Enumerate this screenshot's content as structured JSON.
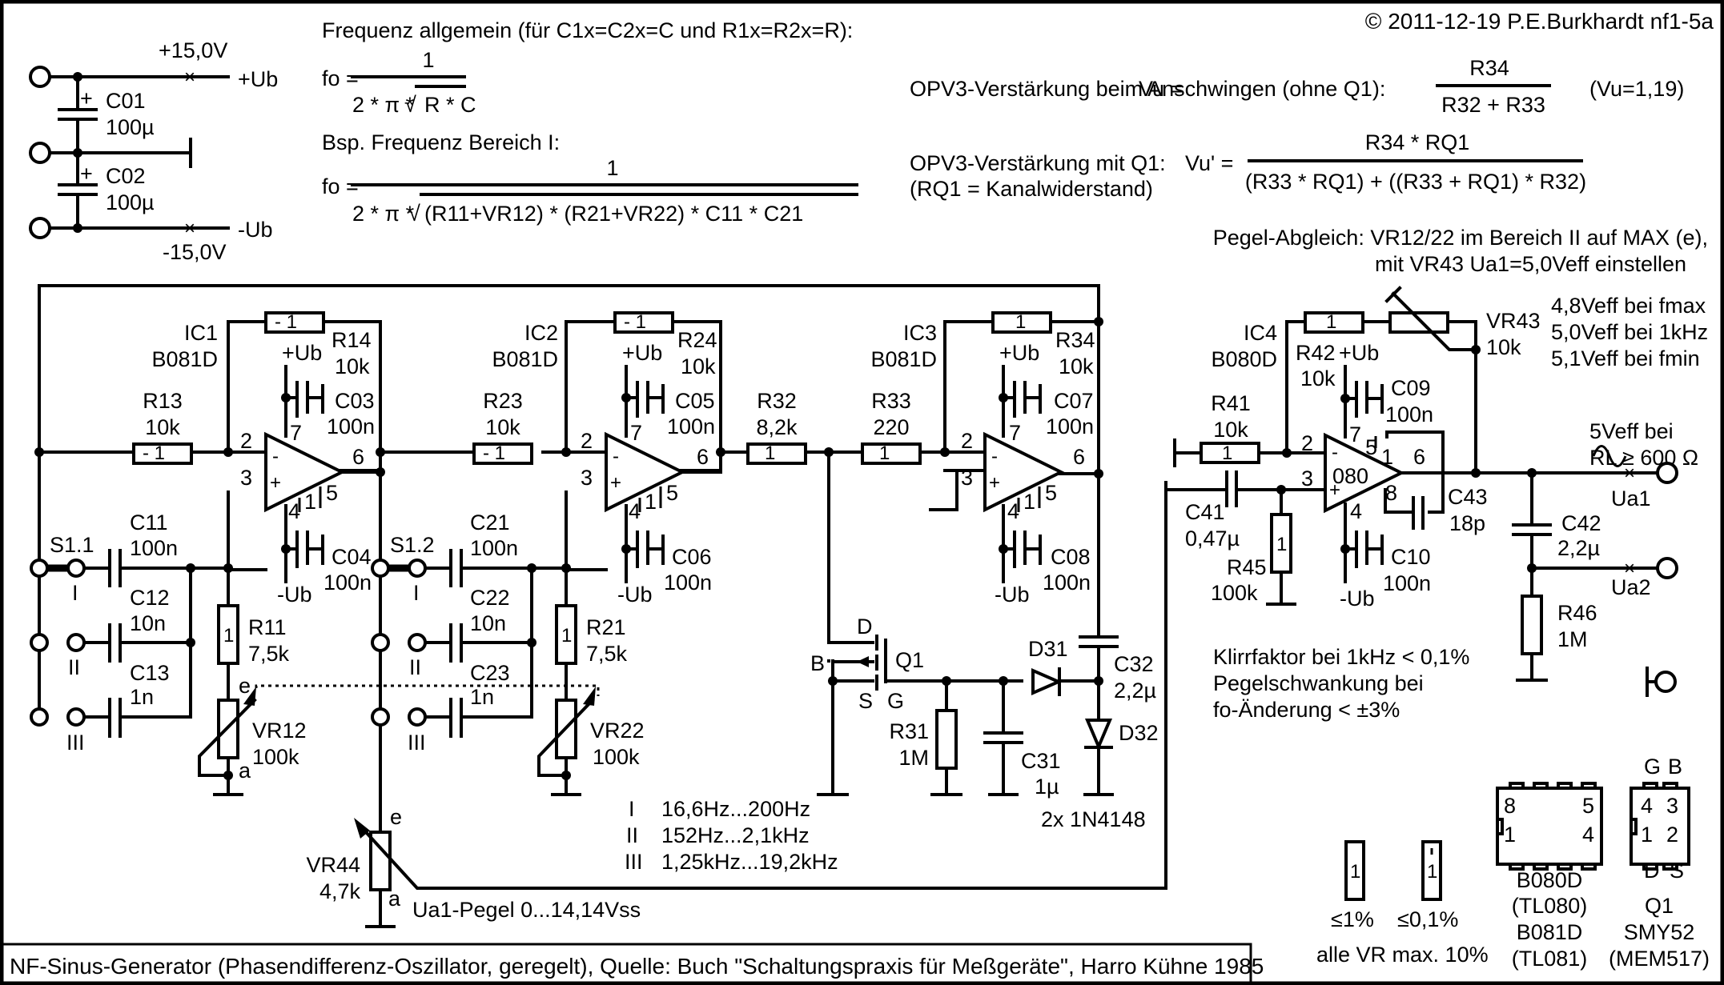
{
  "copyright": "© 2011-12-19 P.E.Burkhardt nf1-5a",
  "footer": "NF-Sinus-Generator (Phasendifferenz-Oszillator, geregelt), Quelle: Buch \"Schaltungspraxis für Meßgeräte\", Harro Kühne 1985",
  "power": {
    "plus_voltage": "+15,0V",
    "minus_voltage": "-15,0V",
    "plus_label": "+Ub",
    "minus_label": "-Ub",
    "c01": {
      "name": "C01",
      "value": "100µ",
      "polarity": "+"
    },
    "c02": {
      "name": "C02",
      "value": "100µ",
      "polarity": "+"
    }
  },
  "formulas": {
    "general_title": "Frequenz allgemein (für C1x=C2x=C und R1x=R2x=R):",
    "general_lhs": "fo =",
    "general_num": "1",
    "general_den_prefix": "2 * π *",
    "general_den_root": "R * C",
    "example_title": "Bsp. Frequenz Bereich I:",
    "example_lhs": "fo =",
    "example_num": "1",
    "example_den_prefix": "2 * π *",
    "example_den_root": "(R11+VR12) * (R21+VR22) * C11 *  C21",
    "vu_text": "OPV3-Verstärkung beim Anschwingen (ohne Q1):",
    "vu_lhs": "Vu =",
    "vu_num": "R34",
    "vu_den": "R32 + R33",
    "vu_value": "(Vu=1,19)",
    "vu2_text": "OPV3-Verstärkung mit Q1:",
    "vu2_lhs": "Vu' =",
    "vu2_num": "R34 * RQ1",
    "vu2_den": "(R33 * RQ1) + ((R33 + RQ1) * R32)",
    "vu2_note": "(RQ1 = Kanalwiderstand)"
  },
  "calibration": {
    "line1": "Pegel-Abgleich: VR12/22 im Bereich II auf MAX (e),",
    "line2": "mit VR43 Ua1=5,0Veff einstellen",
    "levels": [
      "4,8Veff bei fmax",
      "5,0Veff bei 1kHz",
      "5,1Veff bei fmin"
    ]
  },
  "stage1": {
    "ic": "IC1",
    "ic_type": "B081D",
    "r13": {
      "name": "R13",
      "value": "10k"
    },
    "r14": {
      "name": "R14",
      "value": "10k"
    },
    "r11": {
      "name": "R11",
      "value": "7,5k"
    },
    "vr12": {
      "name": "VR12",
      "value": "100k"
    },
    "c03": {
      "name": "C03",
      "value": "100n"
    },
    "c04": {
      "name": "C04",
      "value": "100n"
    },
    "c11": {
      "name": "C11",
      "value": "100n"
    },
    "c12": {
      "name": "C12",
      "value": "10n"
    },
    "c13": {
      "name": "C13",
      "value": "1n"
    },
    "switch": "S1.1",
    "pins": {
      "inv": "2",
      "noninv": "3",
      "out": "6",
      "vplus": "7",
      "vminus": "4",
      "p1": "1",
      "p5": "5"
    },
    "supply_plus": "+Ub",
    "supply_minus": "-Ub",
    "wiper_e": "e",
    "wiper_a": "a"
  },
  "stage2": {
    "ic": "IC2",
    "ic_type": "B081D",
    "r23": {
      "name": "R23",
      "value": "10k"
    },
    "r24": {
      "name": "R24",
      "value": "10k"
    },
    "r21": {
      "name": "R21",
      "value": "7,5k"
    },
    "vr22": {
      "name": "VR22",
      "value": "100k"
    },
    "c05": {
      "name": "C05",
      "value": "100n"
    },
    "c06": {
      "name": "C06",
      "value": "100n"
    },
    "c21": {
      "name": "C21",
      "value": "100n"
    },
    "c22": {
      "name": "C22",
      "value": "10n"
    },
    "c23": {
      "name": "C23",
      "value": "1n"
    },
    "switch": "S1.2",
    "pins": {
      "inv": "2",
      "noninv": "3",
      "out": "6",
      "vplus": "7",
      "vminus": "4",
      "p1": "1",
      "p5": "5"
    },
    "supply_plus": "+Ub",
    "supply_minus": "-Ub"
  },
  "switch_positions": [
    "I",
    "II",
    "III"
  ],
  "stage3": {
    "ic": "IC3",
    "ic_type": "B081D",
    "r32": {
      "name": "R32",
      "value": "8,2k"
    },
    "r33": {
      "name": "R33",
      "value": "220"
    },
    "r34": {
      "name": "R34",
      "value": "10k"
    },
    "r31": {
      "name": "R31",
      "value": "1M"
    },
    "c07": {
      "name": "C07",
      "value": "100n"
    },
    "c08": {
      "name": "C08",
      "value": "100n"
    },
    "c31": {
      "name": "C31",
      "value": "1µ"
    },
    "c32": {
      "name": "C32",
      "value": "2,2µ"
    },
    "d31": "D31",
    "d32": "D32",
    "diodes_type": "2x 1N4148",
    "q1": "Q1",
    "q1_pins": {
      "d": "D",
      "b": "B",
      "s": "S",
      "g": "G"
    },
    "pins": {
      "inv": "2",
      "noninv": "3",
      "out": "6",
      "vplus": "7",
      "vminus": "4",
      "p1": "1",
      "p5": "5"
    },
    "supply_plus": "+Ub",
    "supply_minus": "-Ub"
  },
  "level": {
    "vr44": {
      "name": "VR44",
      "value": "4,7k"
    },
    "caption": "Ua1-Pegel 0...14,14Vss",
    "wiper_e": "e",
    "wiper_a": "a"
  },
  "ranges": [
    {
      "range": "I",
      "freq": "16,6Hz...200Hz"
    },
    {
      "range": "II",
      "freq": "152Hz...2,1kHz"
    },
    {
      "range": "III",
      "freq": "1,25kHz...19,2kHz"
    }
  ],
  "stage4": {
    "ic": "IC4",
    "ic_type": "B080D",
    "ic_body": "080",
    "r41": {
      "name": "R41",
      "value": "10k"
    },
    "r42": {
      "name": "R42",
      "value": "10k"
    },
    "r45": {
      "name": "R45",
      "value": "100k"
    },
    "r46": {
      "name": "R46",
      "value": "1M"
    },
    "vr43": {
      "name": "VR43",
      "value": "10k"
    },
    "c09": {
      "name": "C09",
      "value": "100n"
    },
    "c10": {
      "name": "C10",
      "value": "100n"
    },
    "c41": {
      "name": "C41",
      "value": "0,47µ"
    },
    "c42": {
      "name": "C42",
      "value": "2,2µ"
    },
    "c43": {
      "name": "C43",
      "value": "18p"
    },
    "pins": {
      "inv": "2",
      "noninv": "3",
      "out": "6",
      "vplus": "7",
      "vminus": "4",
      "p1": "1",
      "p5": "5",
      "p8": "8"
    },
    "supply_plus": "+Ub",
    "supply_minus": "-Ub"
  },
  "output": {
    "note_line1": "5Veff bei",
    "note_line2": "RL ≥ 600 Ω",
    "ua1": "Ua1",
    "ua2": "Ua2",
    "sine_symbol": "~"
  },
  "specs": {
    "line1": "Klirrfaktor bei 1kHz < 0,1%",
    "line2": "Pegelschwankung bei",
    "line3": "fo-Änderung < ±3%"
  },
  "legend": {
    "res1_label": "≤1%",
    "res01_label": "≤0,1%",
    "res_glyph": "1",
    "vr_note": "alle VR max. 10%",
    "dip8": {
      "pins_top": [
        "8",
        "5"
      ],
      "pins_bottom": [
        "1",
        "4"
      ],
      "names": [
        "B080D",
        "(TL080)",
        "B081D",
        "(TL081)"
      ]
    },
    "q1pkg": {
      "top": [
        "G",
        "B"
      ],
      "pins_top": [
        "4",
        "3"
      ],
      "pins_bottom": [
        "1",
        "2"
      ],
      "bottom": [
        "D",
        "S"
      ],
      "names": [
        "Q1",
        "SMY52",
        "(MEM517)"
      ]
    }
  }
}
